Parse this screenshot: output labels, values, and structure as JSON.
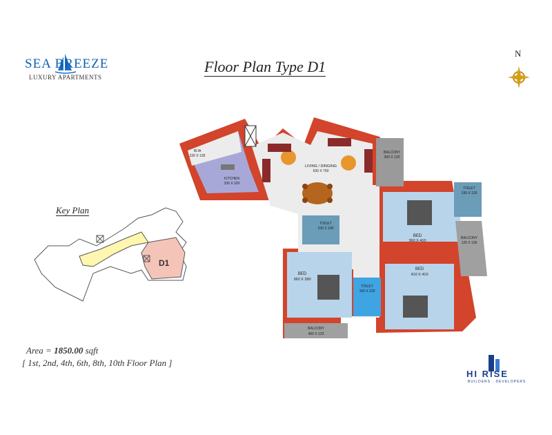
{
  "logo": {
    "line1": "SEA BREEZE",
    "line2": "LUXURY APARTMENTS"
  },
  "title": "Floor Plan Type D1",
  "compass": {
    "north": "N"
  },
  "key_plan": {
    "title": "Key Plan",
    "unit": "D1"
  },
  "rooms": {
    "wardrobe": {
      "name": "W.IA",
      "size": "220 X 135"
    },
    "kitchen": {
      "name": "KITCHEN",
      "size": "330 X 320"
    },
    "living": {
      "name": "LIVING / DINGING",
      "size": "630 X 750"
    },
    "balcony_top": {
      "name": "BALCONY",
      "size": "300 X 120"
    },
    "toilet_right": {
      "name": "TOILET",
      "size": "190 X 130"
    },
    "bed_right": {
      "name": "BED",
      "size": "360 X 410"
    },
    "balcony_right": {
      "name": "BALCONY",
      "size": "120 X 190"
    },
    "toilet_mid": {
      "name": "TOILET",
      "size": "230 X 190"
    },
    "bed_left": {
      "name": "BED",
      "size": "360 X 390"
    },
    "toilet_small": {
      "name": "TOILET",
      "size": "160 X 220"
    },
    "bed_bottom": {
      "name": "BED",
      "size": "410 X 410"
    },
    "balcony_bottom": {
      "name": "BALCONY",
      "size": "400 X 120"
    }
  },
  "area": {
    "prefix": "Area = ",
    "value": "1850.00",
    "unit": " sqft"
  },
  "floors": "[ 1st, 2nd, 4th, 6th, 8th, 10th Floor Plan ]",
  "brand": {
    "name": "HI RISE",
    "tagline": "BUILDERS · DEVELOPERS"
  }
}
